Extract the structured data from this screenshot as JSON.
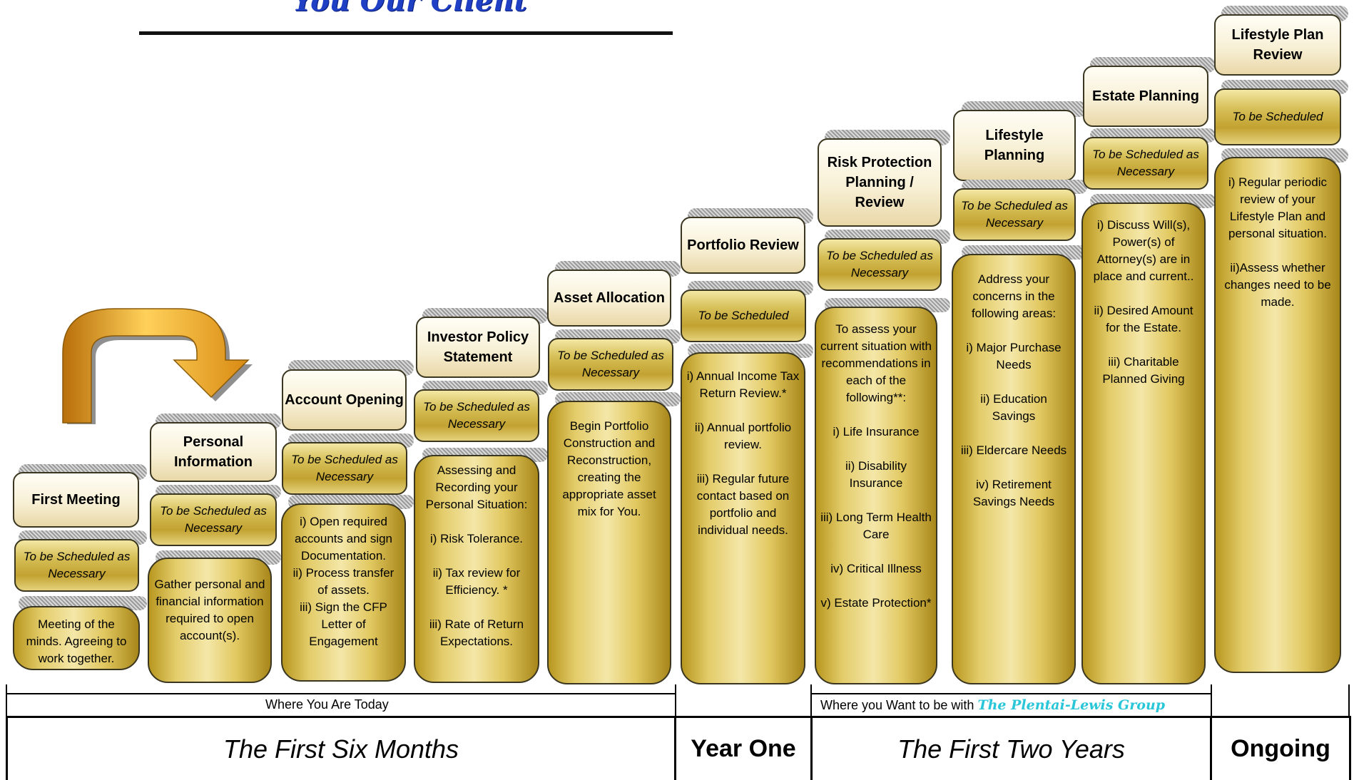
{
  "header": {
    "title": "You Our Client"
  },
  "columns": [
    {
      "id": "first-meeting",
      "title": "First Meeting",
      "schedule": "To be Scheduled as Necessary",
      "body": "Meeting of the minds.  Agreeing to work together."
    },
    {
      "id": "personal-information",
      "title": "Personal Information",
      "schedule": "To be Scheduled as Necessary",
      "body": "Gather personal and financial information required to open account(s)."
    },
    {
      "id": "account-opening",
      "title": "Account Opening",
      "schedule": "To be Scheduled as Necessary",
      "body": "i) Open required accounts and sign Documentation.\nii) Process transfer of assets.\niii) Sign the CFP Letter of Engagement"
    },
    {
      "id": "investor-policy-statement",
      "title": "Investor Policy Statement",
      "schedule": "To be Scheduled as Necessary",
      "body": "Assessing and Recording your Personal Situation:\n\ni) Risk Tolerance.\n\nii) Tax review for Efficiency. *\n\niii) Rate of Return Expectations."
    },
    {
      "id": "asset-allocation",
      "title": "Asset Allocation",
      "schedule": "To be Scheduled as Necessary",
      "body": "Begin Portfolio Construction and Reconstruction, creating the appropriate asset mix for You."
    },
    {
      "id": "portfolio-review",
      "title": "Portfolio Review",
      "schedule": "To be Scheduled",
      "body": "i) Annual Income Tax Return Review.*\n\nii) Annual portfolio review.\n\niii) Regular future contact based on portfolio and individual  needs."
    },
    {
      "id": "risk-protection",
      "title": "Risk Protection Planning / Review",
      "schedule": "To be Scheduled as Necessary",
      "body": "To assess your current situation with recommendations in each of the following**:\n\ni) Life Insurance\n\nii) Disability Insurance\n\niii) Long Term Health Care\n\niv) Critical Illness\n\nv) Estate Protection*"
    },
    {
      "id": "lifestyle-planning",
      "title": "Lifestyle Planning",
      "schedule": "To be Scheduled as Necessary",
      "body": "Address your concerns in the following areas:\n\ni) Major Purchase Needs\n\nii) Education Savings\n\niii) Eldercare Needs\n\niv) Retirement Savings Needs"
    },
    {
      "id": "estate-planning",
      "title": "Estate Planning",
      "schedule": "To be Scheduled as Necessary",
      "body": "i)   Discuss Will(s), Power(s) of Attorney(s) are in place  and current..\n\nii) Desired Amount for the Estate.\n\niii) Charitable Planned Giving"
    },
    {
      "id": "lifestyle-plan-review",
      "title": "Lifestyle Plan Review",
      "schedule": "To be Scheduled",
      "body": "i) Regular periodic review of your Lifestyle Plan and personal situation.\n\nii)Assess whether changes need to be made."
    }
  ],
  "timeline": {
    "today_label": "Where You Are Today",
    "want_label": "Where you Want to be with",
    "brand": "The Plentai-Lewis Group"
  },
  "periods": [
    {
      "id": "first-six-months",
      "label": "The First Six Months"
    },
    {
      "id": "year-one",
      "label": "Year One"
    },
    {
      "id": "first-two-years",
      "label": "The First Two Years"
    },
    {
      "id": "ongoing",
      "label": "Ongoing"
    }
  ],
  "colors": {
    "header": "#1f3fc4",
    "brand": "#28c6d8",
    "gold": "#c9a93a",
    "arrow": "#e8a21c"
  }
}
